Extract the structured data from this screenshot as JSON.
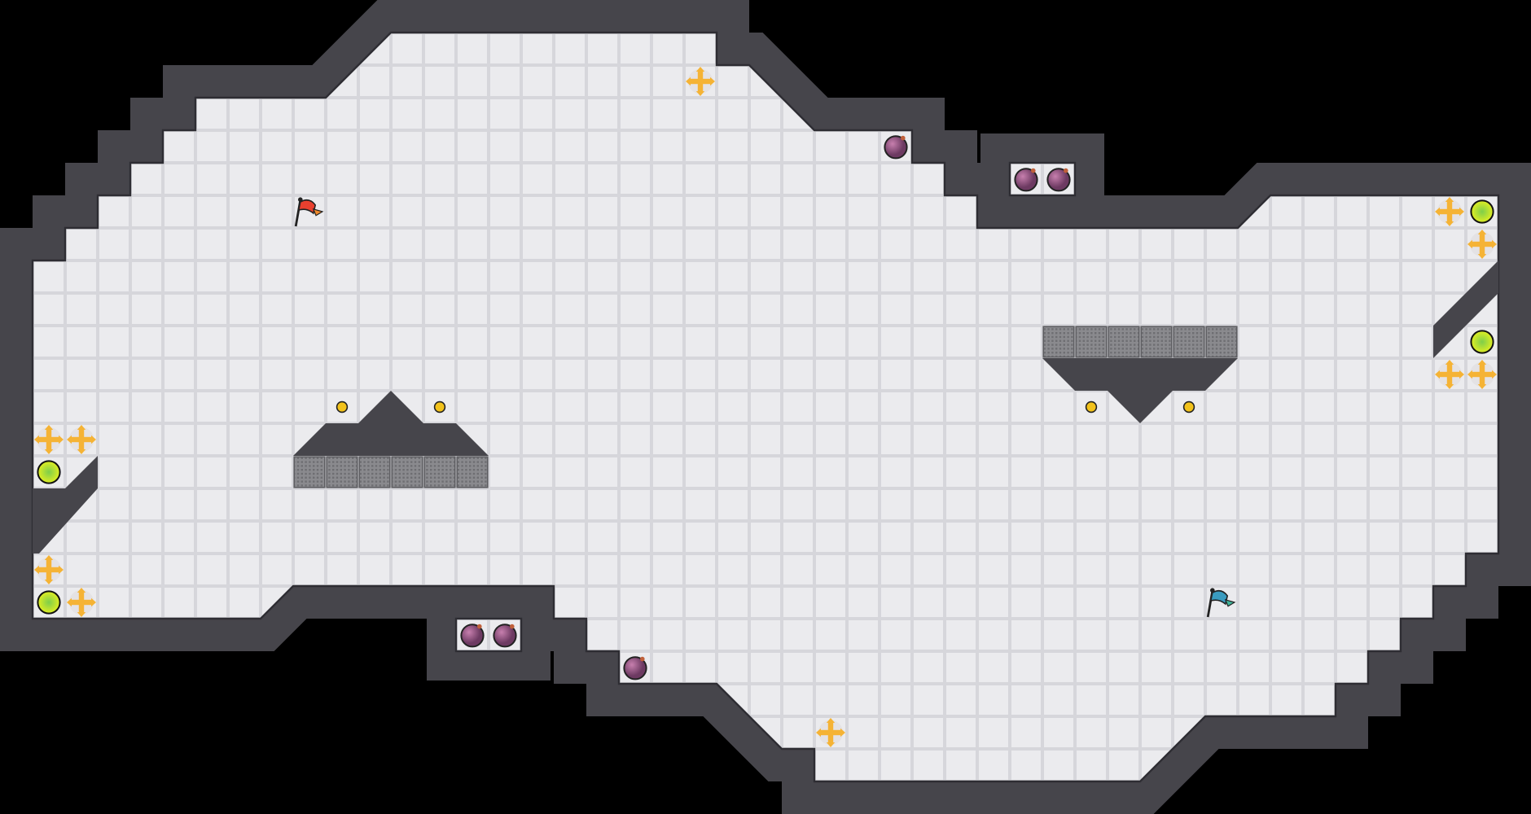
{
  "map": {
    "colors": {
      "background": "#000000",
      "wall": "#46454b",
      "wall_edge": "#2e2d33",
      "tile": "#ebebee",
      "tile_line": "#d6d6db",
      "gate": "#8a8a8e",
      "boost": "#f5b335",
      "powerup": "#d4e82a",
      "bomb": "#8d4a78",
      "button": "#f2c21b",
      "red_flag": "#e8402f",
      "blue_flag": "#3a9bbf"
    },
    "items": [
      "boost",
      "powerup",
      "bomb",
      "button",
      "red-flag",
      "blue-flag",
      "gate"
    ]
  }
}
